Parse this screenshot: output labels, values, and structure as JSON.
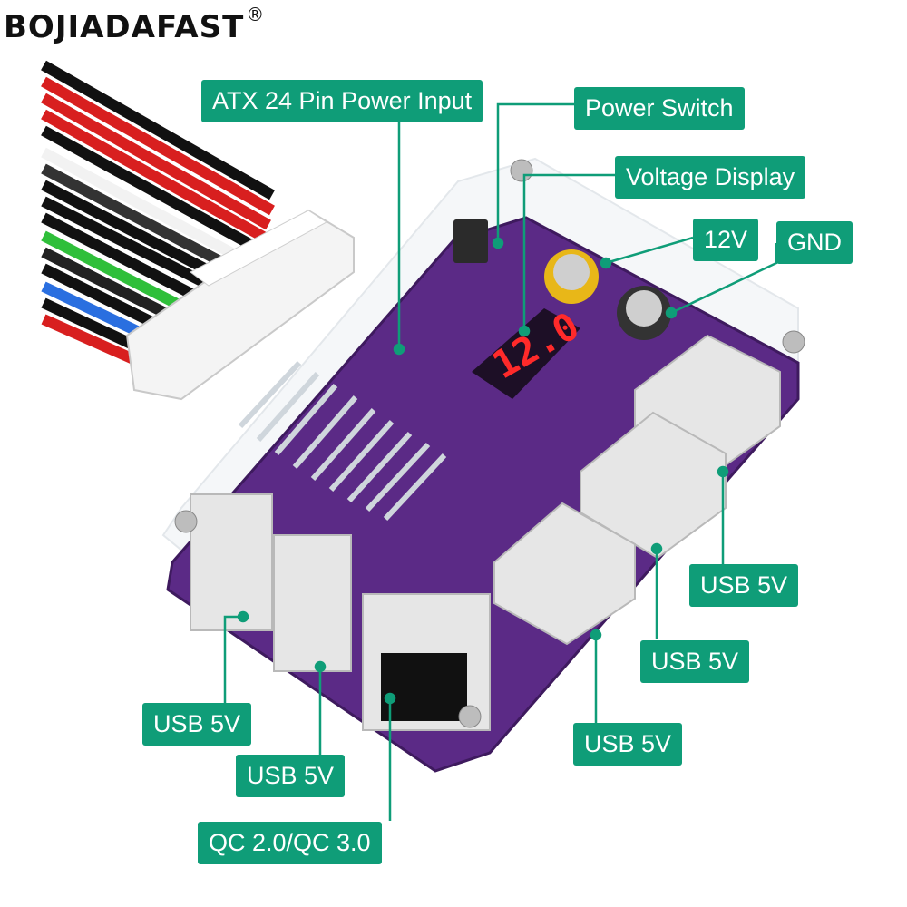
{
  "brand": {
    "name": "BOJIADAFAST",
    "registered_mark": "®"
  },
  "labels": {
    "atx": "ATX 24 Pin Power Input",
    "power_switch": "Power Switch",
    "voltage_display": "Voltage  Display",
    "v12": "12V",
    "gnd": "GND",
    "usb_right_1": "USB  5V",
    "usb_right_2": "USB  5V",
    "usb_right_3": "USB  5V",
    "usb_left_1": "USB  5V",
    "usb_left_2": "USB  5V",
    "qc": "QC 2.0/QC 3.0"
  },
  "display": {
    "reading": "12.0"
  },
  "colors": {
    "label_bg": "#0f9d78",
    "board": "#5b2a86",
    "led": "#ff2a2a"
  }
}
